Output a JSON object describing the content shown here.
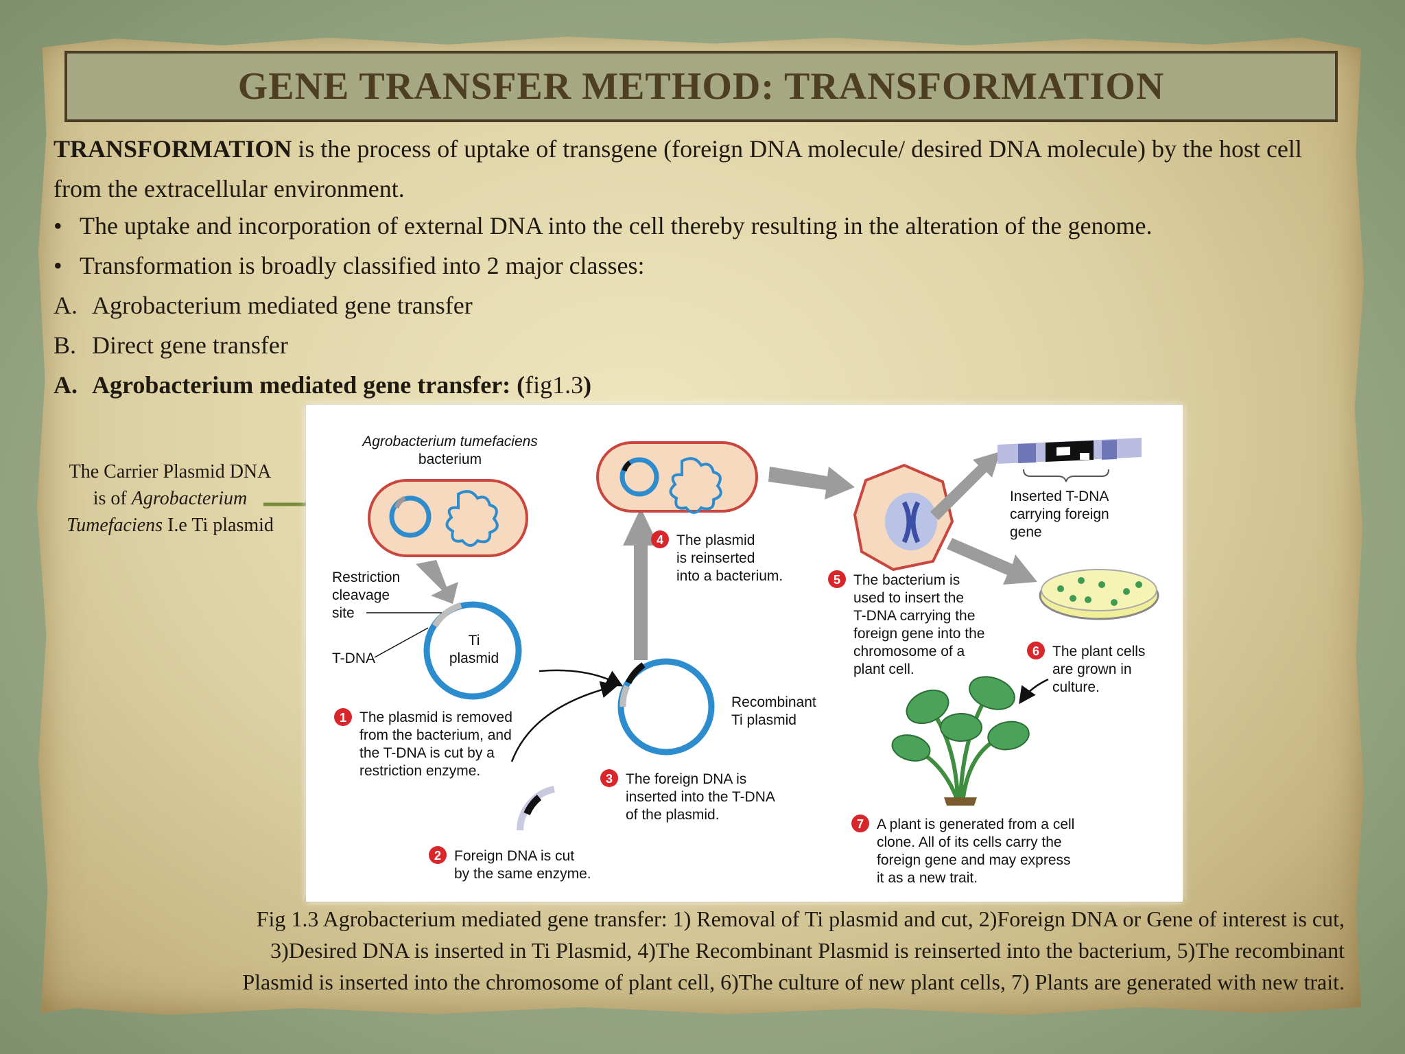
{
  "title": "GENE TRANSFER METHOD: TRANSFORMATION",
  "intro": {
    "term": "TRANSFORMATION",
    "text": " is the process of uptake of transgene (foreign DNA molecule/ desired DNA molecule) by the host cell from the extracellular environment."
  },
  "bullets": [
    "The uptake and incorporation of external DNA into the cell thereby resulting in the alteration of the genome.",
    "Transformation is broadly classified into 2 major classes:"
  ],
  "classes": [
    {
      "letter": "A.",
      "text": "Agrobacterium mediated gene transfer"
    },
    {
      "letter": "B.",
      "text": "Direct gene transfer"
    }
  ],
  "section_heading": {
    "letter": "A.",
    "bold": "Agrobacterium mediated gene transfer:  (",
    "ref": "fig1.3",
    "close": ")"
  },
  "side_note": {
    "line1": "The Carrier Plasmid DNA",
    "line2_prefix": "is of ",
    "line2_italic": "Agrobacterium",
    "line3_italic": "Tumefaciens",
    "line3_suffix": " I.e Ti plasmid"
  },
  "figure": {
    "bacterium_label_1": "Agrobacterium tumefaciens",
    "bacterium_label_2": "bacterium",
    "restriction_1": "Restriction",
    "restriction_2": "cleavage",
    "restriction_3": "site",
    "tdna": "T-DNA",
    "ti_1": "Ti",
    "ti_2": "plasmid",
    "step1_num": "1",
    "step1": [
      "The plasmid is removed",
      "from the bacterium, and",
      "the T-DNA is cut by a",
      "restriction enzyme."
    ],
    "step2_num": "2",
    "step2": [
      "Foreign DNA is cut",
      "by the same enzyme."
    ],
    "step3_num": "3",
    "step3": [
      "The foreign DNA is",
      "inserted into the T-DNA",
      "of the plasmid."
    ],
    "recombinant_1": "Recombinant",
    "recombinant_2": "Ti plasmid",
    "step4_num": "4",
    "step4": [
      "The plasmid",
      "is reinserted",
      "into a bacterium."
    ],
    "step5_num": "5",
    "step5": [
      "The bacterium is",
      "used to insert the",
      "T-DNA carrying the",
      "foreign gene into the",
      "chromosome of a",
      "plant cell."
    ],
    "inserted": [
      "Inserted T-DNA",
      "carrying foreign",
      "gene"
    ],
    "step6_num": "6",
    "step6": [
      "The plant cells",
      "are grown in",
      "culture."
    ],
    "step7_num": "7",
    "step7": [
      "A plant is generated from a cell",
      "clone. All of its cells carry the",
      "foreign gene and may express",
      "it as a new trait."
    ]
  },
  "caption": [
    "Fig 1.3 Agrobacterium mediated gene transfer: 1) Removal of Ti plasmid and cut, 2)Foreign DNA or Gene of interest is cut,",
    "3)Desired DNA is inserted in Ti Plasmid, 4)The Recombinant Plasmid is reinserted into the bacterium, 5)The recombinant",
    "Plasmid is inserted into the chromosome of plant cell, 6)The culture of new plant cells, 7) Plants are generated with new trait."
  ],
  "colors": {
    "title_text": "#4e3f23",
    "plasmid_blue": "#2c8ccd",
    "cell_fill": "#f7d9bf",
    "step_red": "#d9262b",
    "arrow_green": "#7a8e3a",
    "leaf_green": "#3f9a52"
  }
}
